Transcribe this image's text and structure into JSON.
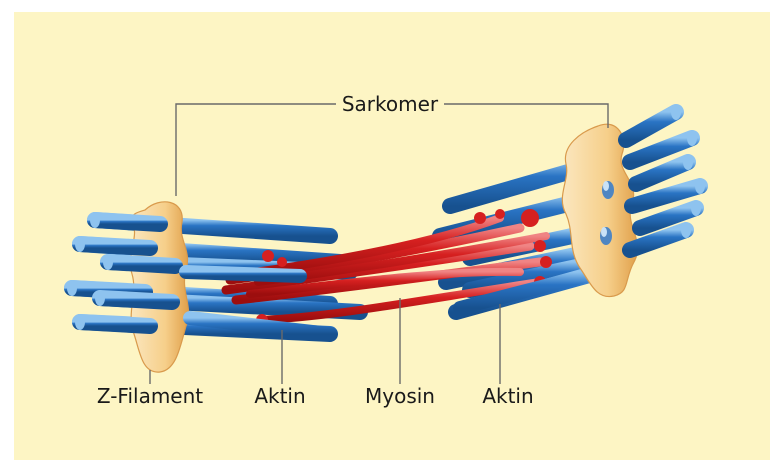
{
  "diagram": {
    "labels": {
      "sarkomer": "Sarkomer",
      "z_filament": "Z-Filament",
      "aktin_left": "Aktin",
      "myosin": "Myosin",
      "aktin_right": "Aktin"
    },
    "colors": {
      "background": "#fdf5c4",
      "aktin": "#2a74c4",
      "aktin_dark": "#17518f",
      "aktin_light": "#8ec3ef",
      "myosin": "#d62020",
      "myosin_light": "#f08484",
      "z_disc": "#f7d9a0",
      "z_disc_dark": "#e0a04a"
    }
  }
}
